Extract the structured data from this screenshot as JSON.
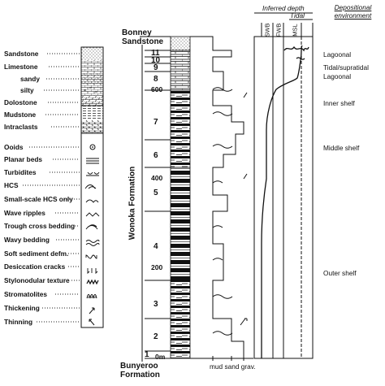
{
  "legend": {
    "items": [
      {
        "label": "Sandstone",
        "pattern": "sandstone-pattern"
      },
      {
        "label": "Limestone",
        "pattern": "limestone-pattern"
      },
      {
        "label": "sandy",
        "pattern": "sandy-limestone-pattern"
      },
      {
        "label": "silty",
        "pattern": "silty-limestone-pattern"
      },
      {
        "label": "Dolostone",
        "pattern": "dolostone-pattern"
      },
      {
        "label": "Mudstone",
        "pattern": "mudstone-pattern"
      },
      {
        "label": "Intraclasts",
        "pattern": "intraclasts-pattern"
      },
      {
        "label": "Ooids",
        "pattern": "ooid-symbol"
      },
      {
        "label": "Planar beds",
        "pattern": "planar-beds-symbol"
      },
      {
        "label": "Turbidites",
        "pattern": "turbidite-symbol"
      },
      {
        "label": "HCS",
        "pattern": "hcs-symbol"
      },
      {
        "label": "Small-scale HCS only",
        "pattern": "small-hcs-symbol"
      },
      {
        "label": "Wave ripples",
        "pattern": "wave-ripple-symbol"
      },
      {
        "label": "Trough cross bedding",
        "pattern": "trough-cross-symbol"
      },
      {
        "label": "Wavy bedding",
        "pattern": "wavy-bedding-symbol"
      },
      {
        "label": "Soft sediment defm.",
        "pattern": "soft-sediment-symbol"
      },
      {
        "label": "Desiccation cracks",
        "pattern": "desiccation-symbol"
      },
      {
        "label": "Stylonodular texture",
        "pattern": "stylonodular-symbol"
      },
      {
        "label": "Stromatolites",
        "pattern": "stromatolite-symbol"
      },
      {
        "label": "Thickening",
        "pattern": "thickening-arrow-symbol"
      },
      {
        "label": "Thinning",
        "pattern": "thinning-arrow-symbol"
      }
    ]
  },
  "column": {
    "top_formation": "Bonney Sandstone",
    "formation_name": "Wonoka Formation",
    "bottom_formation": "Bunyeroo Formation",
    "units": [
      "11",
      "10",
      "9",
      "8",
      "7",
      "6",
      "5",
      "4",
      "3",
      "2",
      "1"
    ],
    "depth_labels": [
      "600",
      "400",
      "200",
      "0m"
    ],
    "grain_size_label": "mud sand grav."
  },
  "depth_panel": {
    "title": "Inferred depth",
    "tidal_label": "Tidal",
    "column_labels": [
      "SWB",
      "FWB",
      "MSL"
    ]
  },
  "environment_panel": {
    "title": "Depositional environment",
    "labels": [
      "Lagoonal",
      "Tidal/supratidal",
      "Lagoonal",
      "Inner shelf",
      "Middle shelf",
      "Outer shelf"
    ]
  }
}
